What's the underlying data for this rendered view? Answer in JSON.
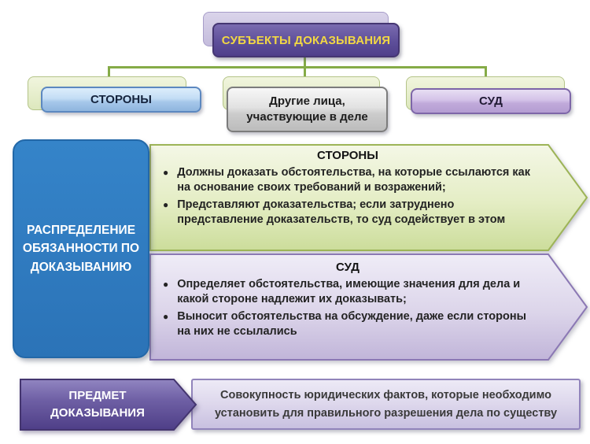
{
  "diagram": {
    "root_label": "СУБЪЕКТЫ ДОКАЗЫВАНИЯ",
    "subjects": {
      "parties_label": "СТОРОНЫ",
      "others_label": "Другие лица, участвующие в деле",
      "court_label": "СУД"
    },
    "distribution": {
      "label": "РАСПРЕДЕЛЕНИЕ ОБЯЗАННОСТИ ПО ДОКАЗЫВАНИЮ",
      "panels": [
        {
          "title": "СТОРОНЫ",
          "bullets": [
            "Должны доказать обстоятельства, на которые ссылаются как на основание своих требований и возражений;",
            "Представляют доказательства; если затруднено представление доказательств, то суд содействует в этом"
          ]
        },
        {
          "title": "СУД",
          "bullets": [
            "Определяет обстоятельства, имеющие значения для дела и какой стороне надлежит их доказывать;",
            "Выносит обстоятельства на обсуждение, даже если стороны на них не ссылались"
          ]
        }
      ]
    },
    "subject_matter": {
      "label": "ПРЕДМЕТ ДОКАЗЫВАНИЯ",
      "definition": "Совокупность юридических фактов, которые необходимо установить для правильного разрешения дела по существу"
    },
    "colors": {
      "root_purple": "#5e4f9a",
      "root_text_yellow": "#f2d844",
      "connector_green": "#85ab47",
      "parties_blue": "#a6c8ea",
      "others_gray": "#cccccc",
      "court_lavender": "#c0a9da",
      "distribution_blue": "#2b73b7",
      "panel_green": "#d5e2a6",
      "panel_lavender": "#cbc0e0",
      "arrow_purple": "#5b4b97"
    }
  }
}
